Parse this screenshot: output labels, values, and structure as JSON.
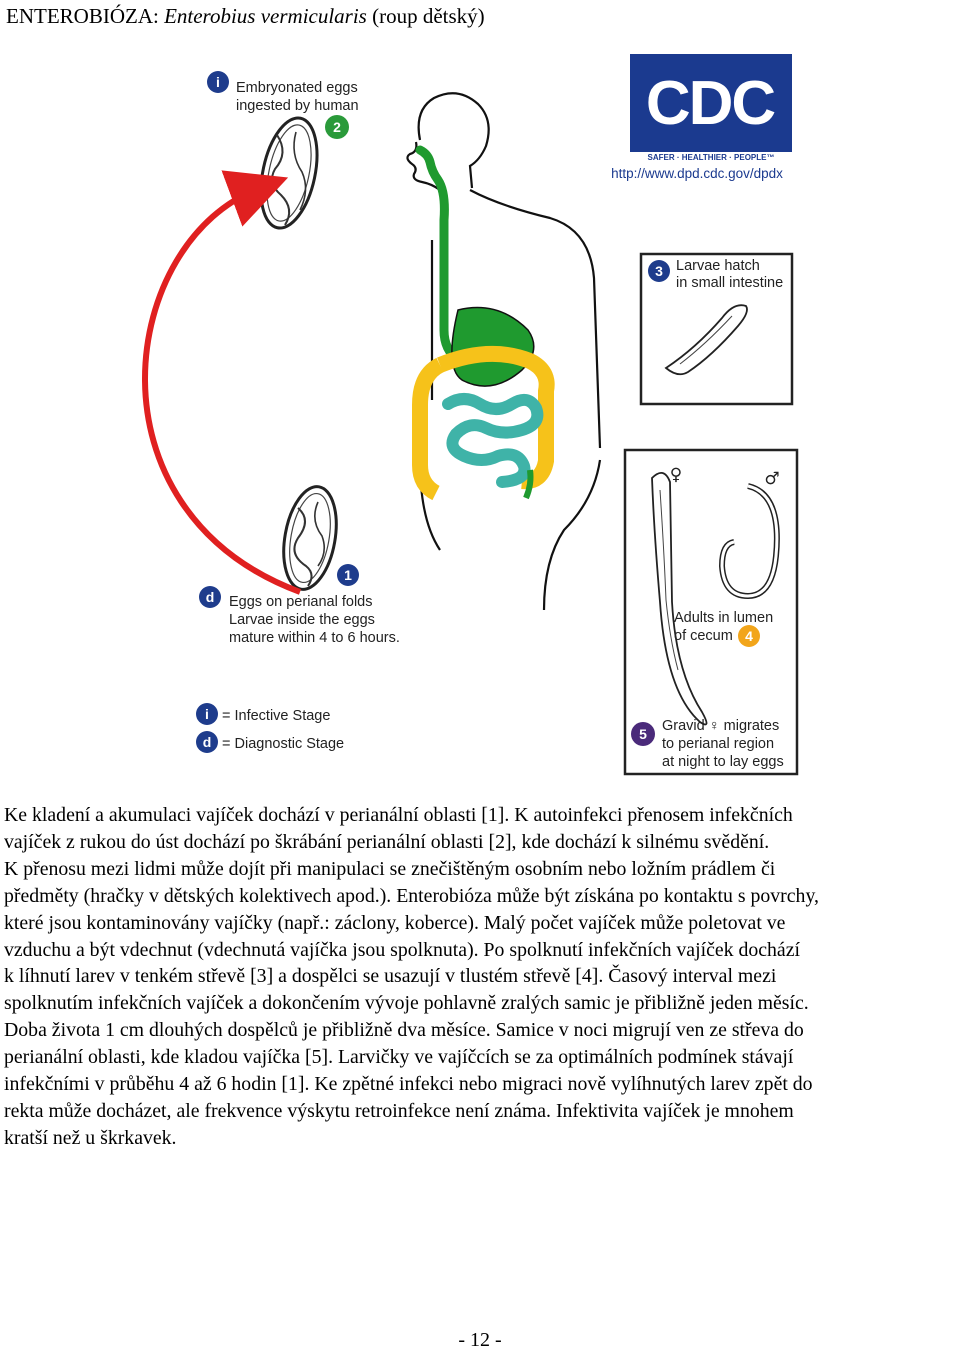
{
  "heading": {
    "prefix": "ENTEROBIÓZA: ",
    "species": "Enterobius vermicularis",
    "suffix": " (roup dětský)"
  },
  "figure": {
    "logo": {
      "text": "CDC",
      "tagline": "SAFER · HEALTHIER · PEOPLE™",
      "url": "http://www.dpd.cdc.gov/dpdx",
      "color": "#1b3a8f"
    },
    "labels": {
      "embryonated_line1": "Embryonated eggs",
      "embryonated_line2": "ingested by human",
      "larvae_line1": "Larvae hatch",
      "larvae_line2": "in small intestine",
      "eggs_line1": "Eggs on perianal folds",
      "eggs_line2": "Larvae inside the eggs",
      "eggs_line3": "mature within 4 to 6 hours.",
      "adults_line1": "Adults in lumen",
      "adults_line2": "of cecum",
      "gravid_line1": "Gravid ♀ migrates",
      "gravid_line2": "to perianal region",
      "gravid_line3": "at night to lay eggs",
      "female_symbol": "♀",
      "male_symbol": "♂"
    },
    "stages": {
      "s1": "1",
      "s2": "2",
      "s3": "3",
      "s4": "4",
      "s5": "5"
    },
    "legend": {
      "infective_letter": "i",
      "infective": "= Infective Stage",
      "diagnostic_letter": "d",
      "diagnostic": "= Diagnostic Stage"
    },
    "colors": {
      "infective_blue": "#1e3c8c",
      "diagnostic_blue": "#1e3c8c",
      "stage_green": "#2a9a3a",
      "stage_blue": "#1e3c8c",
      "stage_orange": "#f2a51a",
      "stage_purple": "#4a2a7a",
      "arrow_red": "#e02020",
      "digestive_green": "#1f9a2f",
      "colon_yellow": "#f6c21a",
      "intestine_teal": "#3fb3a8"
    }
  },
  "paragraph": {
    "lines": [
      "Ke kladení a akumulaci vajíček dochází v perianální oblasti [1]. K autoinfekci přenosem infekčních",
      "vajíček z rukou do úst dochází po škrábání perianální oblasti [2], kde dochází k silnému svědění.",
      "K přenosu mezi lidmi může dojít při manipulaci se znečištěným osobním nebo ložním prádlem či",
      "předměty (hračky v dětských kolektivech apod.). Enterobióza může být získána po kontaktu s povrchy,",
      "které jsou kontaminovány vajíčky (např.: záclony, koberce). Malý počet vajíček může poletovat ve",
      "vzduchu a být vdechnut (vdechnutá vajíčka jsou spolknuta). Po spolknutí infekčních vajíček dochází",
      "k líhnutí larev v tenkém střevě [3] a dospělci se usazují v tlustém střevě [4]. Časový interval mezi",
      "spolknutím infekčních vajíček a dokončením vývoje pohlavně zralých samic je přibližně jeden měsíc.",
      "Doba života 1 cm dlouhých dospělců je přibližně dva měsíce. Samice v noci migrují ven ze střeva do",
      "perianální oblasti, kde kladou vajíčka [5]. Larvičky ve vajíčcích se za optimálních podmínek stávají",
      "infekčními v průběhu 4 až 6 hodin [1]. Ke zpětné infekci nebo migraci nově vylíhnutých larev zpět do",
      "rekta může docházet, ale frekvence výskytu retroinfekce není známa. Infektivita vajíček je mnohem",
      "kratší než u škrkavek."
    ]
  },
  "page_number": "- 12 -"
}
